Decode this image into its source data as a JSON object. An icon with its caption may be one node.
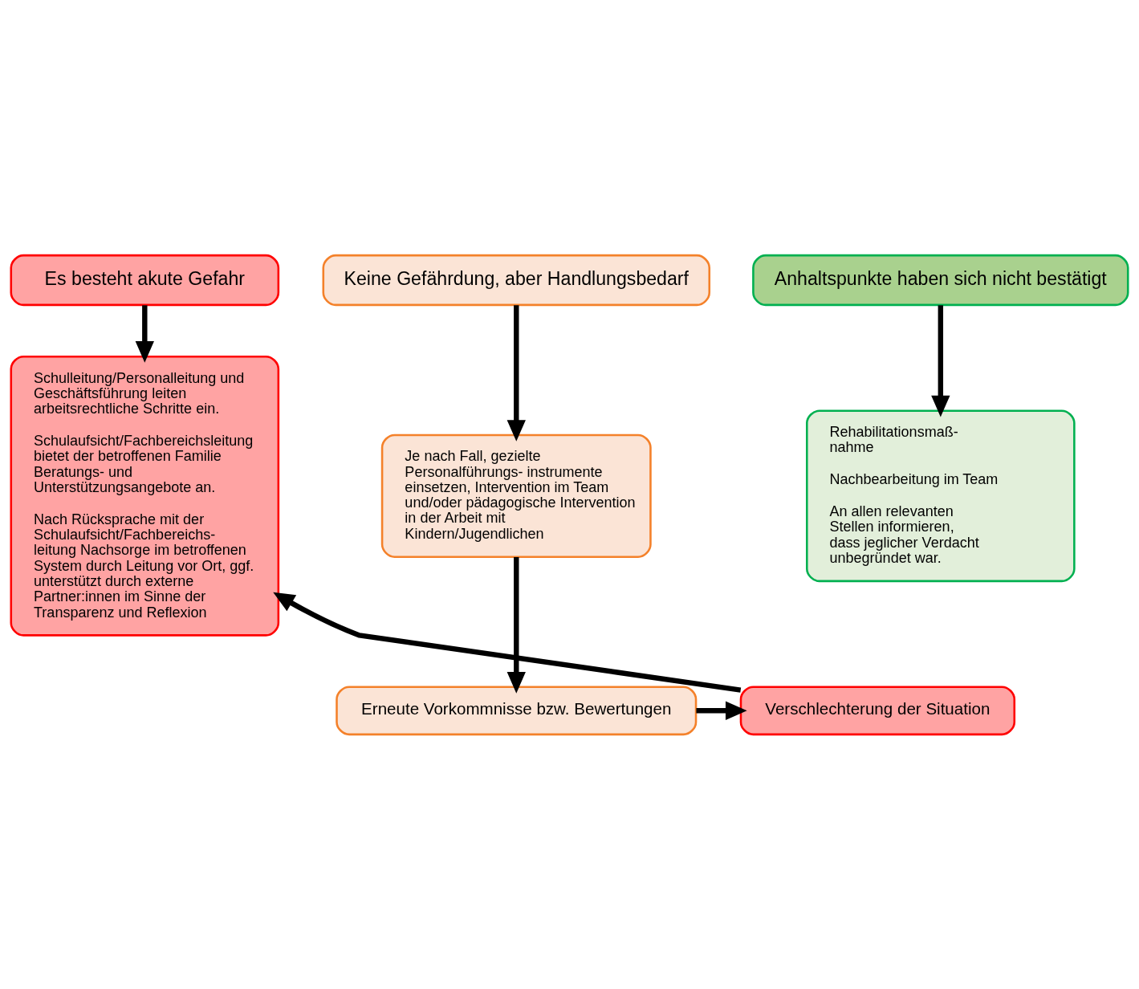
{
  "diagram": {
    "nodes": [
      {
        "text": [
          "Es besteht akute Gefahr"
        ]
      },
      {
        "text": [
          "Keine Gefährdung, aber Handlungsbedarf"
        ]
      },
      {
        "text": [
          "Anhaltspunkte haben sich nicht bestätigt"
        ]
      },
      {
        "text": [
          "Schulleitung/Personalleitung und Geschäftsführung leiten arbeitsrechtliche Schritte ein.",
          "Schulaufsicht/Fachbereichsleitung bietet der betroffenen Familie Beratungs- und Unterstützungsangebote an.",
          "Nach Rücksprache mit der Schulaufsicht/Fachbereichs- leitung Nachsorge im betroffenen System durch Leitung vor Ort, ggf. unterstützt durch externe Partner:innen im Sinne der Transparenz und Reflexion"
        ]
      },
      {
        "text": [
          "Je nach Fall, gezielte Personalführungs- instrumente einsetzen, Intervention im Team und/oder pädagogische Intervention in der Arbeit mit Kindern/Jugendlichen"
        ]
      },
      {
        "text": [
          "Rehabilitationsmaß- nahme",
          "Nachbearbeitung im Team",
          "An allen relevanten Stellen informieren, dass jeglicher Verdacht unbegründet war."
        ]
      },
      {
        "text": [
          "Verschlechterung der Situation"
        ]
      },
      {
        "text": [
          "Erneute Vorkommnisse bzw. Bewertungen"
        ]
      }
    ],
    "edges": [
      {
        "from": 0,
        "to": 3,
        "arrow": "to"
      },
      {
        "from": 1,
        "to": 4,
        "arrow": "to"
      },
      {
        "from": 2,
        "to": 5,
        "arrow": "to"
      },
      {
        "from": 4,
        "to": 7,
        "arrow": "to"
      },
      {
        "from": 7,
        "to": 6,
        "arrow": "to"
      },
      {
        "from": 6,
        "to": 3,
        "arrow": "to"
      }
    ]
  }
}
